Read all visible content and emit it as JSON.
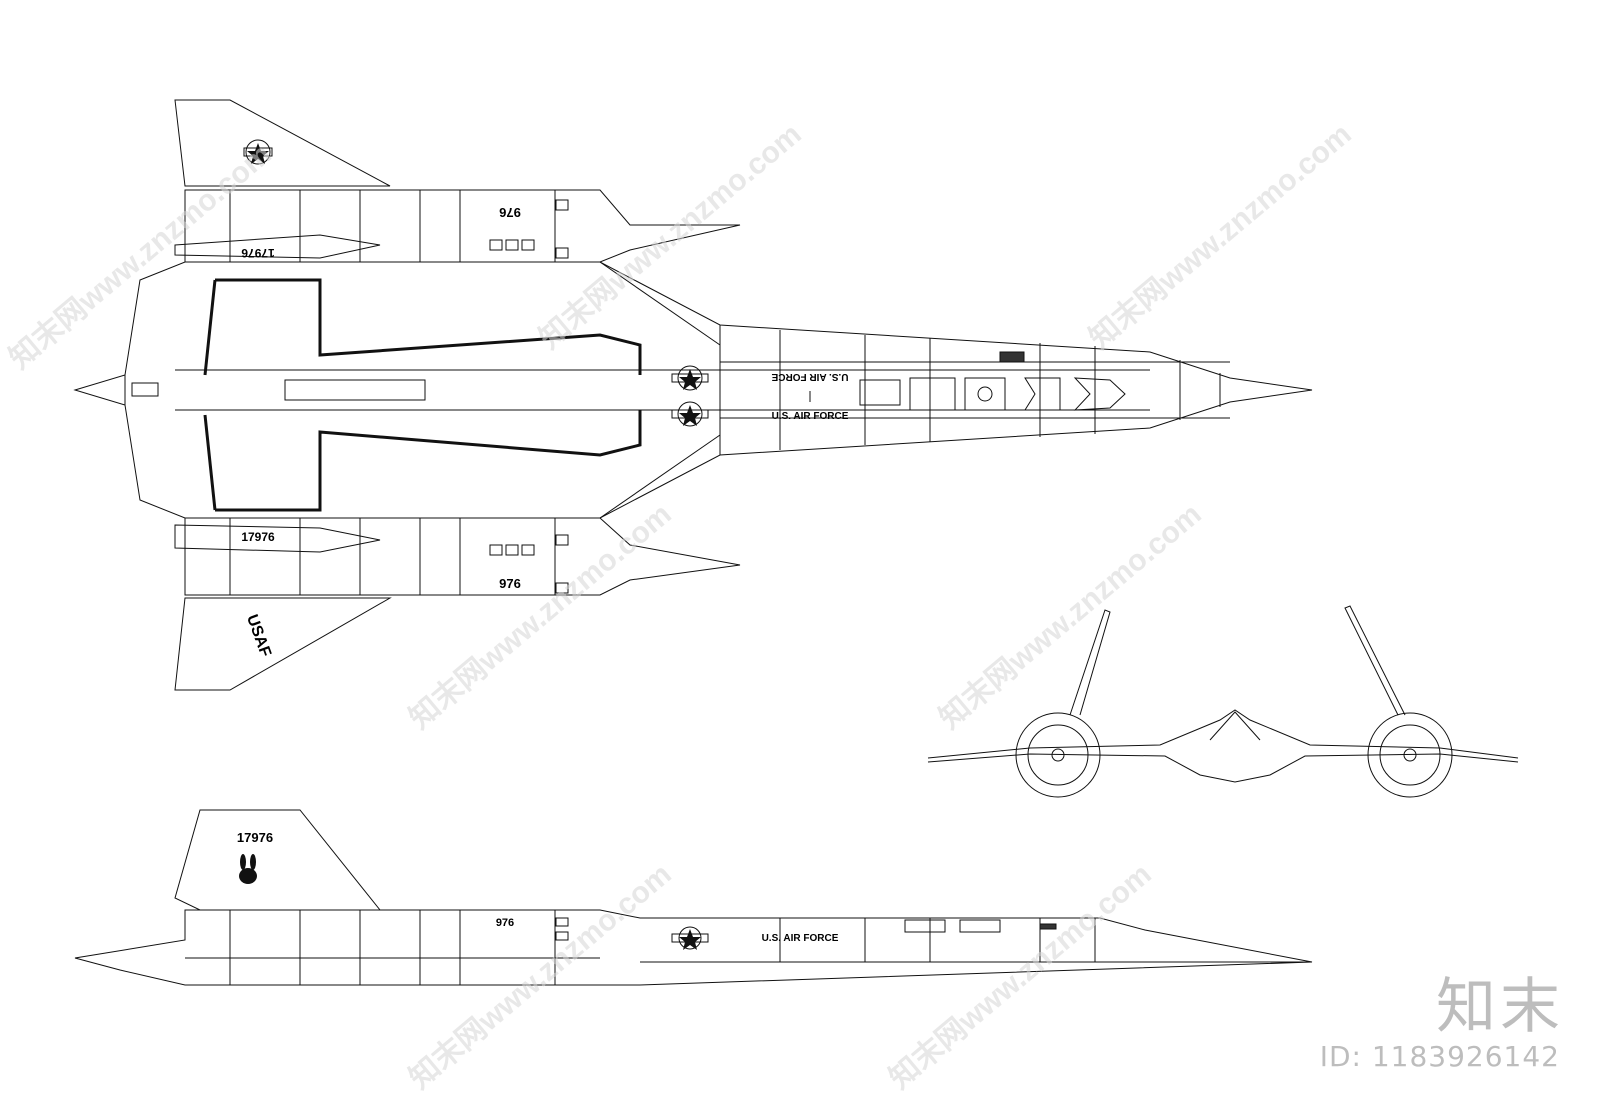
{
  "top_view": {
    "tail_number_upper": "17976",
    "tail_number_lower": "17976",
    "nacelle_number_upper": "976",
    "nacelle_number_lower": "976",
    "fuselage_text_upper": "U.S. AIR FORCE",
    "fuselage_text_lower": "U.S. AIR FORCE",
    "wing_text": "USAF"
  },
  "side_view": {
    "fin_number": "17976",
    "nacelle_number": "976",
    "fuselage_text": "U.S. AIR FORCE"
  },
  "watermark": {
    "text": "知末网www.znzmo.com",
    "brand": "知末",
    "id": "ID: 1183926142"
  }
}
